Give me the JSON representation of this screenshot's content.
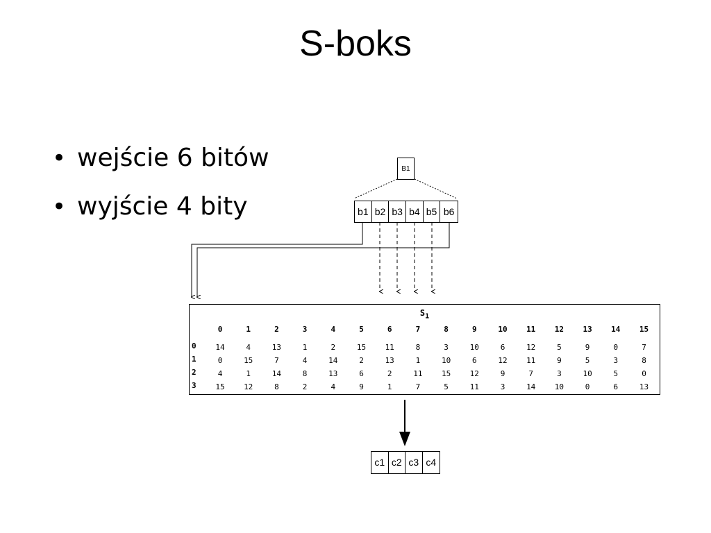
{
  "slide": {
    "title": "S-boks",
    "bullets": [
      {
        "symbol": "•",
        "text": "wejście 6 bitów"
      },
      {
        "symbol": "•",
        "text": "wyjście 4 bity"
      }
    ]
  },
  "diagram": {
    "block_label": "B1",
    "input_bits": [
      "b1",
      "b2",
      "b3",
      "b4",
      "b5",
      "b6"
    ],
    "output_bits": [
      "c1",
      "c2",
      "c3",
      "c4"
    ],
    "sbox": {
      "name": "S",
      "name_sub": "1",
      "columns": [
        "0",
        "1",
        "2",
        "3",
        "4",
        "5",
        "6",
        "7",
        "8",
        "9",
        "10",
        "11",
        "12",
        "13",
        "14",
        "15"
      ],
      "row_labels": [
        "0",
        "1",
        "2",
        "3"
      ],
      "rows": [
        [
          "14",
          "4",
          "13",
          "1",
          "2",
          "15",
          "11",
          "8",
          "3",
          "10",
          "6",
          "12",
          "5",
          "9",
          "0",
          "7"
        ],
        [
          "0",
          "15",
          "7",
          "4",
          "14",
          "2",
          "13",
          "1",
          "10",
          "6",
          "12",
          "11",
          "9",
          "5",
          "3",
          "8"
        ],
        [
          "4",
          "1",
          "14",
          "8",
          "13",
          "6",
          "2",
          "11",
          "15",
          "12",
          "9",
          "7",
          "3",
          "10",
          "5",
          "0"
        ],
        [
          "15",
          "12",
          "8",
          "2",
          "4",
          "9",
          "1",
          "7",
          "5",
          "11",
          "3",
          "14",
          "10",
          "0",
          "6",
          "13"
        ]
      ]
    }
  }
}
